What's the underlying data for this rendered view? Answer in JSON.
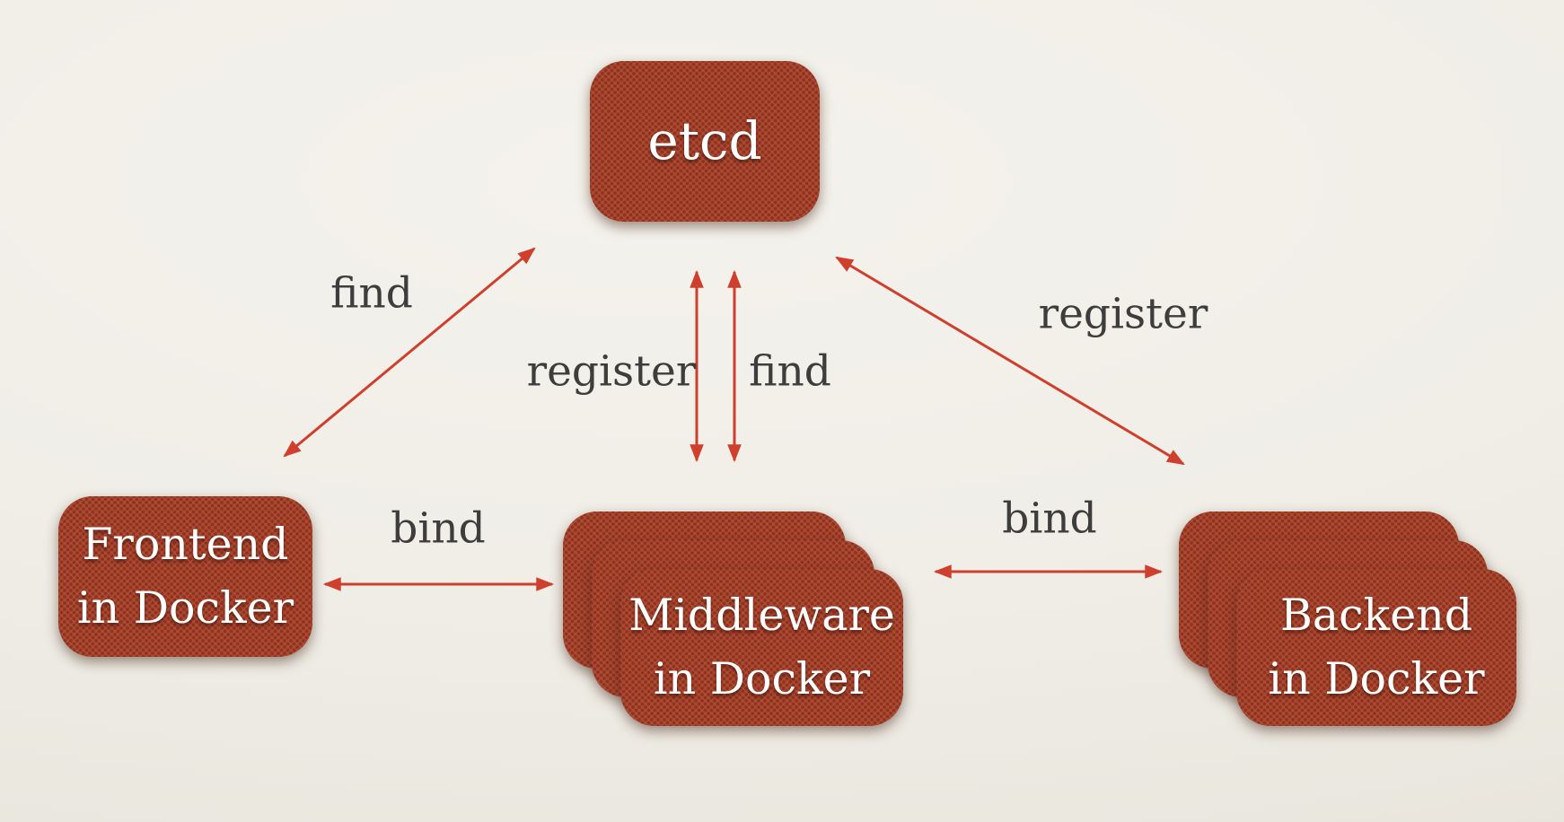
{
  "diagram": {
    "nodes": {
      "etcd": {
        "label": "etcd"
      },
      "frontend": {
        "line1": "Frontend",
        "line2": "in Docker",
        "replicas": 1
      },
      "middleware": {
        "line1": "Middleware",
        "line2": "in Docker",
        "replicas": 3
      },
      "backend": {
        "line1": "Backend",
        "line2": "in Docker",
        "replicas": 3
      }
    },
    "edges": {
      "frontend_etcd": {
        "label": "find",
        "direction": "bidirectional"
      },
      "middleware_etcd_register": {
        "label": "register",
        "direction": "bidirectional"
      },
      "middleware_etcd_find": {
        "label": "find",
        "direction": "bidirectional"
      },
      "backend_etcd": {
        "label": "register",
        "direction": "bidirectional"
      },
      "frontend_middleware": {
        "label": "bind",
        "direction": "bidirectional"
      },
      "middleware_backend": {
        "label": "bind",
        "direction": "bidirectional"
      }
    },
    "colors": {
      "node_fill": "#b04a33",
      "node_dot_pattern": "#732515",
      "node_text": "#ffffff",
      "arrow": "#cf3f2d",
      "edge_label_text": "#3d3d3d",
      "background": "#f0eee7"
    }
  }
}
